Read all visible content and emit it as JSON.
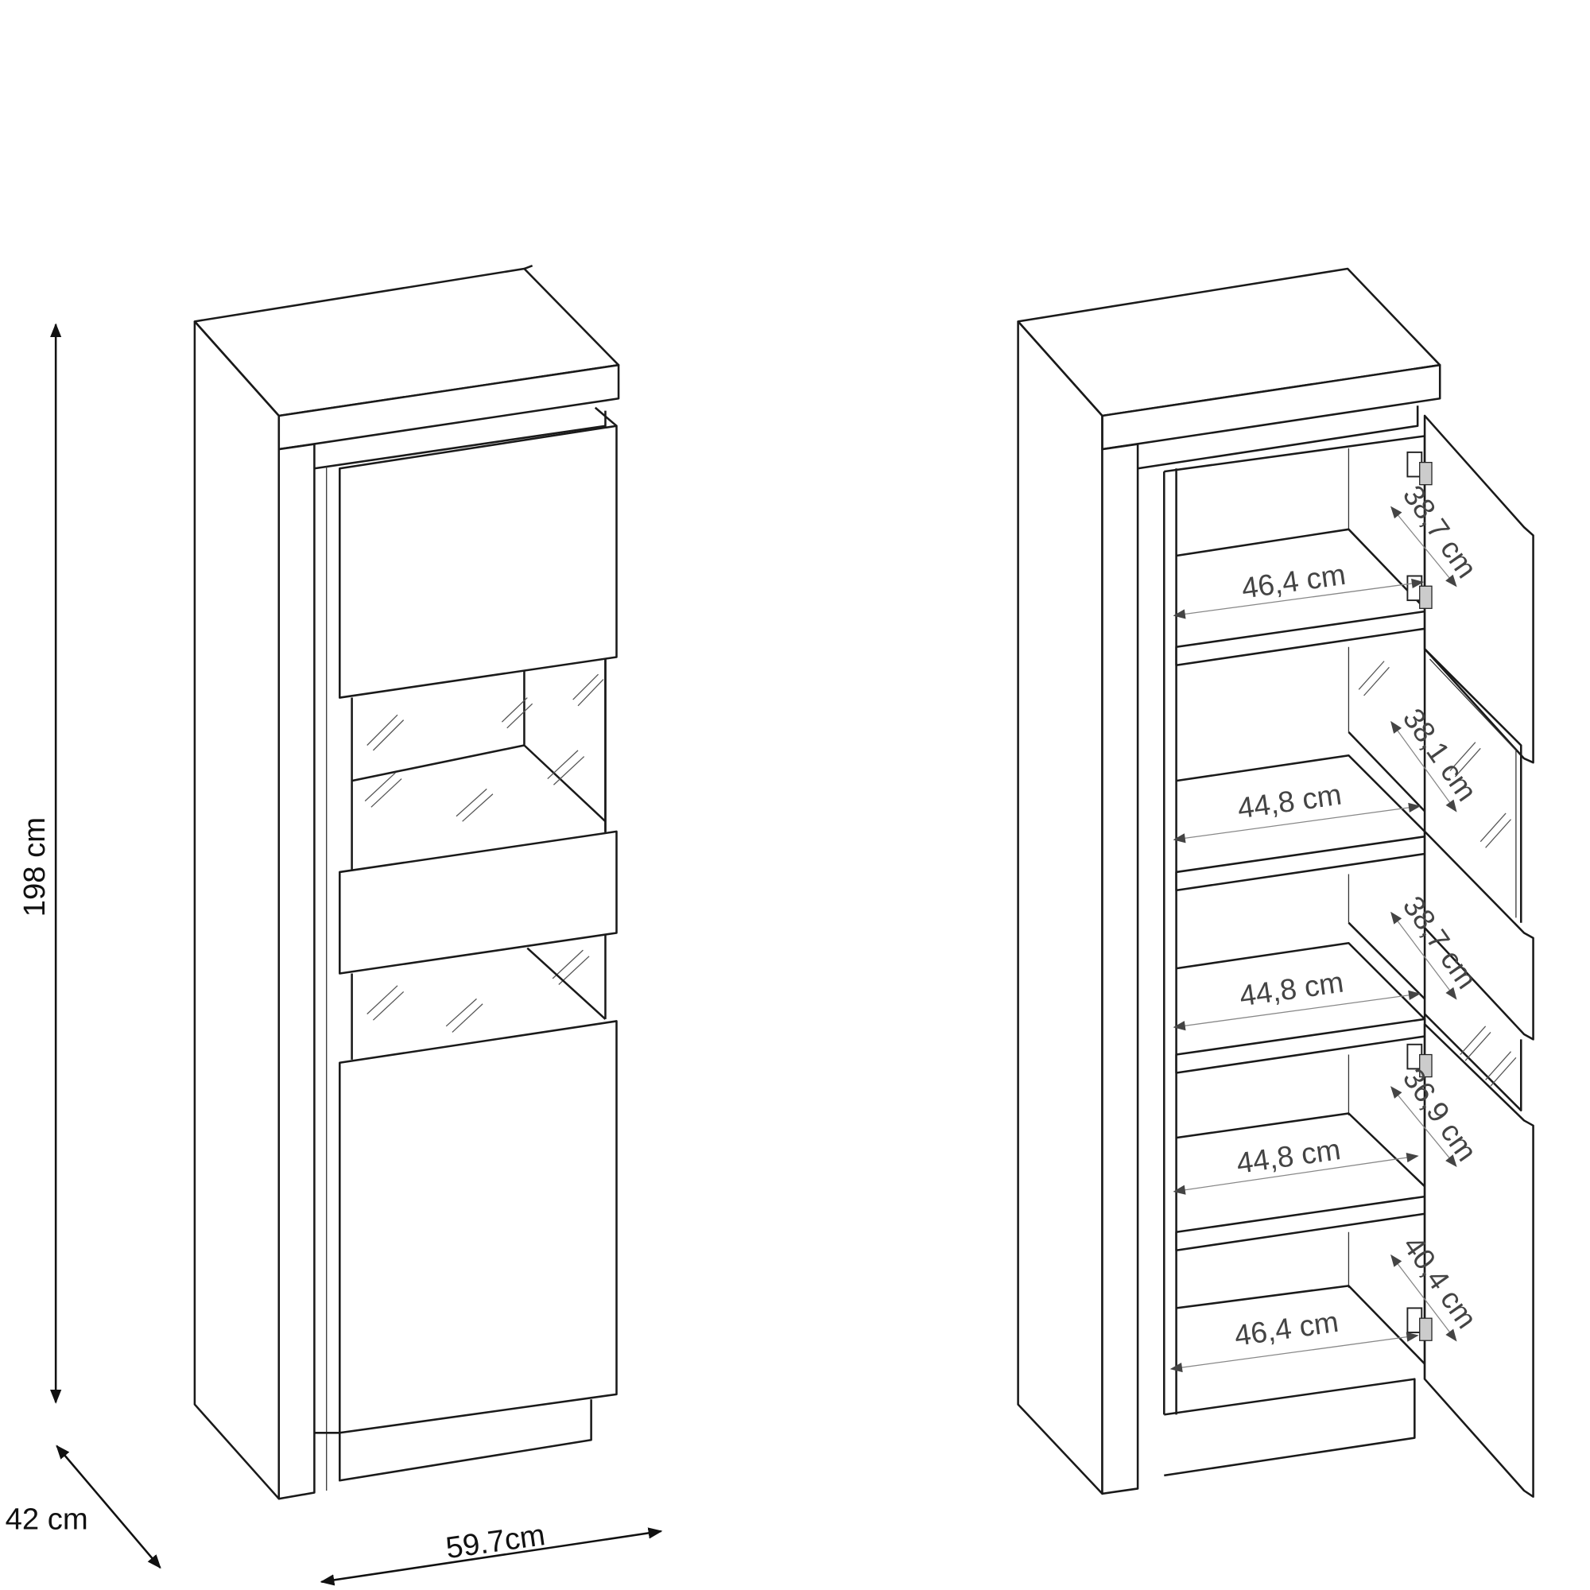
{
  "left_view": {
    "height_label": "198 cm",
    "depth_label": "42 cm",
    "width_label": "59.7cm"
  },
  "right_view": {
    "shelf_widths": [
      "46,4 cm",
      "44,8 cm",
      "44,8 cm",
      "44,8 cm",
      "46,4 cm"
    ],
    "shelf_heights": [
      "38,7 cm",
      "38,1 cm",
      "38,7 cm",
      "36,9 cm",
      "40,4 cm"
    ]
  },
  "colors": {
    "line": "#1a1a1a",
    "dimension_text": "#444444"
  }
}
